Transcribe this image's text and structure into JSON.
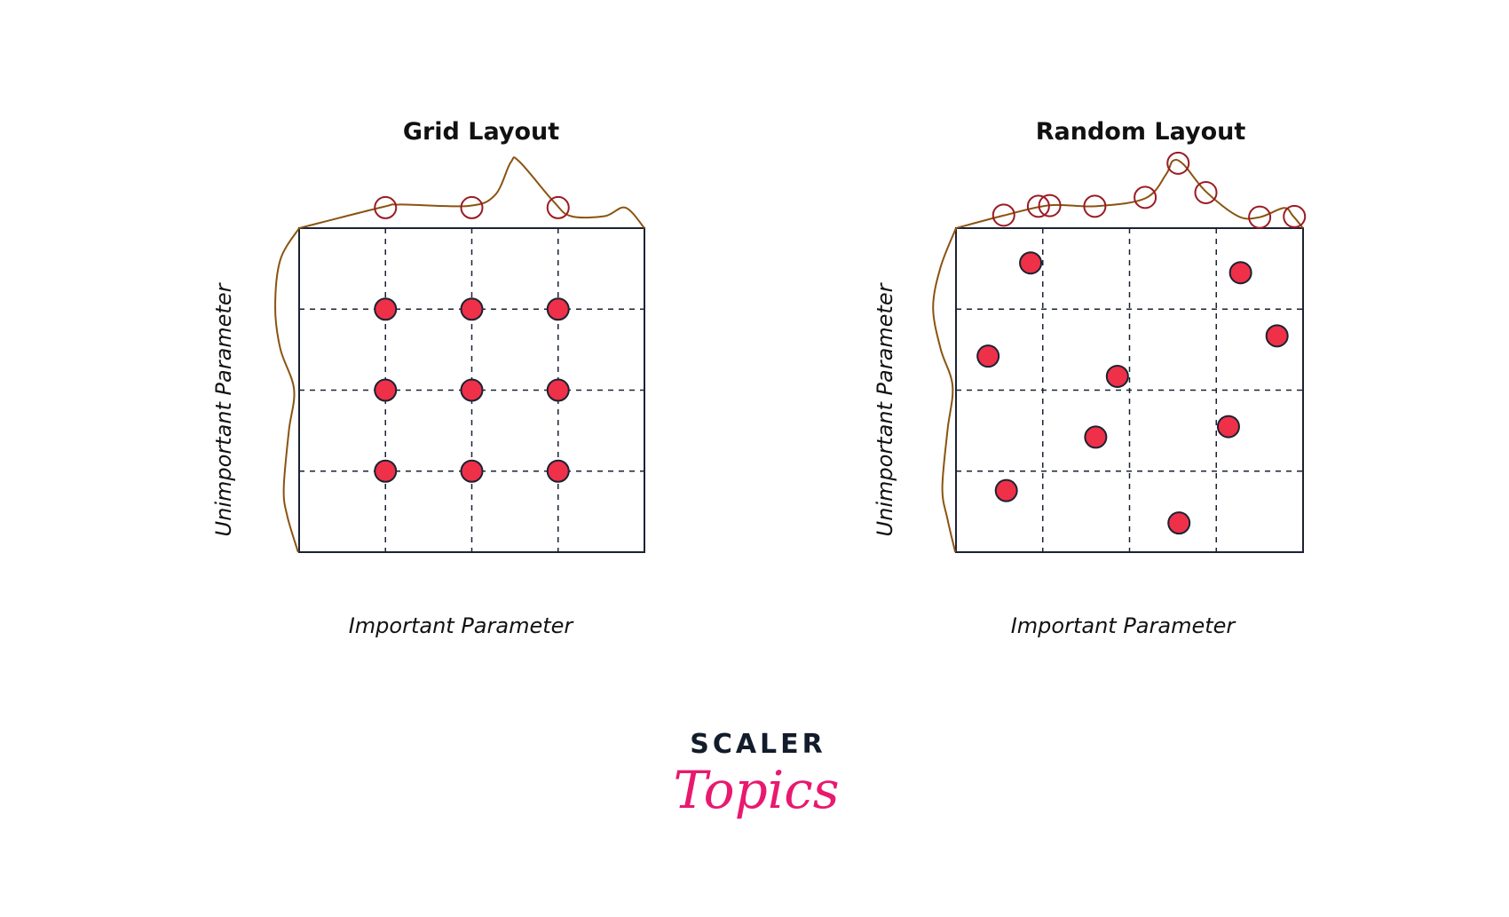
{
  "colors": {
    "frame": "#1b2233",
    "point": "#ee3048",
    "point_stroke": "#1b2233",
    "sample": "#9b1b24",
    "density": "#8a5310",
    "logo_dark": "#131c2b",
    "logo_pink": "#e8196f"
  },
  "chart_data": [
    {
      "type": "scatter",
      "title": "Grid Layout",
      "xlabel": "Important Parameter",
      "ylabel": "Unimportant Parameter",
      "xlim": [
        0,
        4
      ],
      "ylim": [
        0,
        4
      ],
      "grid": true,
      "gridlines": [
        1,
        2,
        3
      ],
      "points": [
        [
          1,
          3
        ],
        [
          2,
          3
        ],
        [
          3,
          3
        ],
        [
          1,
          2
        ],
        [
          2,
          2
        ],
        [
          3,
          2
        ],
        [
          1,
          1
        ],
        [
          2,
          1
        ],
        [
          3,
          1
        ]
      ],
      "top_samples": [
        [
          1,
          0.3
        ],
        [
          2,
          0.3
        ],
        [
          3,
          0.3
        ]
      ],
      "top_density": [
        [
          0,
          0
        ],
        [
          0.97,
          0.31
        ],
        [
          1.17,
          0.345
        ],
        [
          1.96,
          0.325
        ],
        [
          2.27,
          0.485
        ],
        [
          2.45,
          0.96
        ],
        [
          2.55,
          0.975
        ],
        [
          2.95,
          0.385
        ],
        [
          3.15,
          0.175
        ],
        [
          3.54,
          0.175
        ],
        [
          3.78,
          0.3
        ],
        [
          4,
          0
        ]
      ],
      "left_density": [
        [
          4,
          0
        ],
        [
          3.61,
          0.275
        ],
        [
          3.02,
          0.35
        ],
        [
          2.51,
          0.275
        ],
        [
          2.01,
          0.075
        ],
        [
          1.5,
          0.15
        ],
        [
          0.79,
          0.225
        ],
        [
          0.45,
          0.175
        ],
        [
          0,
          0.015
        ]
      ]
    },
    {
      "type": "scatter",
      "title": "Random Layout",
      "xlabel": "Important Parameter",
      "ylabel": "Unimportant Parameter",
      "xlim": [
        0,
        4
      ],
      "ylim": [
        0,
        4
      ],
      "grid": true,
      "gridlines": [
        1,
        2,
        3
      ],
      "points": [
        [
          0.86,
          3.57
        ],
        [
          3.28,
          3.45
        ],
        [
          0.37,
          2.42
        ],
        [
          3.7,
          2.67
        ],
        [
          1.86,
          2.17
        ],
        [
          1.61,
          1.42
        ],
        [
          3.14,
          1.55
        ],
        [
          0.58,
          0.76
        ],
        [
          2.57,
          0.36
        ]
      ],
      "top_samples": [
        [
          0.55,
          0.19
        ],
        [
          0.95,
          0.32
        ],
        [
          1.08,
          0.33
        ],
        [
          1.6,
          0.32
        ],
        [
          2.18,
          0.45
        ],
        [
          2.56,
          0.95
        ],
        [
          2.88,
          0.52
        ],
        [
          3.5,
          0.16
        ],
        [
          3.9,
          0.17
        ]
      ],
      "top_density": [
        [
          0,
          0
        ],
        [
          0.55,
          0.185
        ],
        [
          1.08,
          0.335
        ],
        [
          1.6,
          0.32
        ],
        [
          2.18,
          0.435
        ],
        [
          2.42,
          0.785
        ],
        [
          2.5,
          0.985
        ],
        [
          2.62,
          0.935
        ],
        [
          2.88,
          0.535
        ],
        [
          3.25,
          0.175
        ],
        [
          3.5,
          0.16
        ],
        [
          3.78,
          0.295
        ],
        [
          3.88,
          0.185
        ],
        [
          4,
          0
        ]
      ],
      "left_density": [
        [
          4,
          0
        ],
        [
          3.52,
          0.225
        ],
        [
          3.02,
          0.335
        ],
        [
          2.51,
          0.225
        ],
        [
          2.05,
          0.05
        ],
        [
          1.5,
          0.125
        ],
        [
          0.79,
          0.2
        ],
        [
          0.41,
          0.125
        ],
        [
          0,
          0.01
        ]
      ]
    }
  ],
  "logo": {
    "line1": "SCALER",
    "line2": "Topics"
  }
}
